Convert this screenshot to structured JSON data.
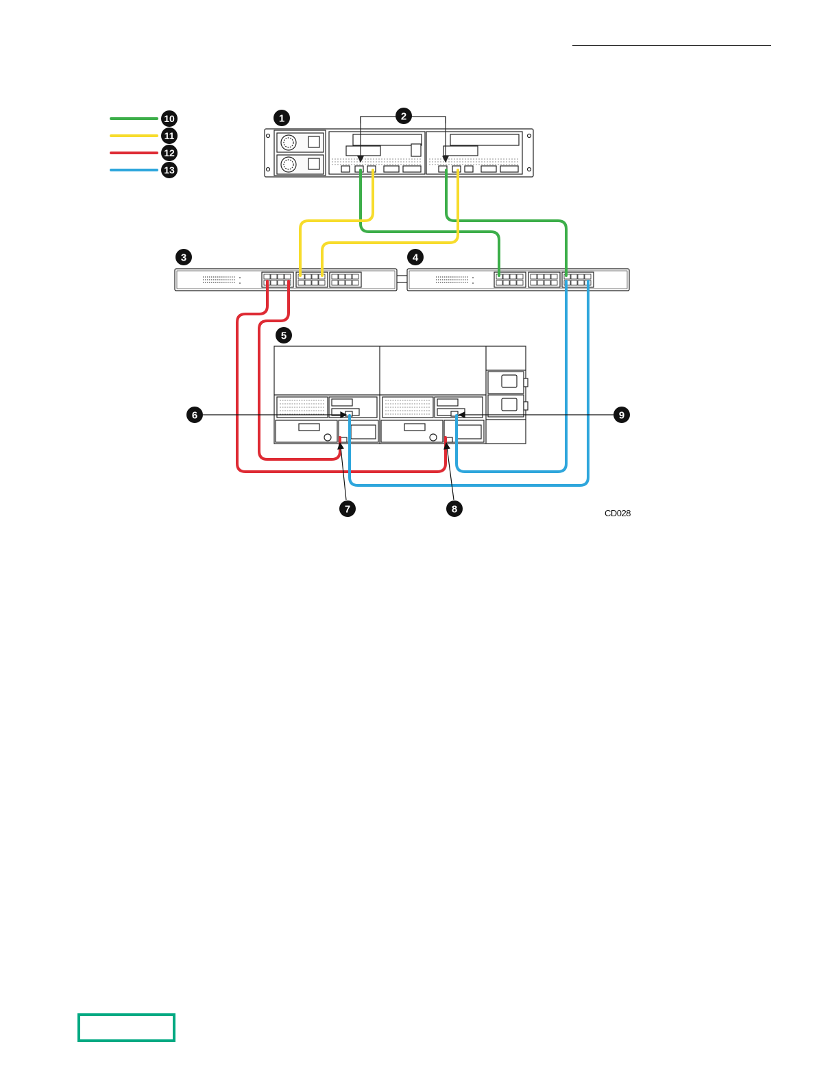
{
  "figure_id": "CD028",
  "colors": {
    "green": "#3cae49",
    "yellow": "#f7dc2c",
    "red": "#de2b34",
    "blue": "#2ea6dc",
    "brand": "#01a982"
  },
  "legend": [
    {
      "callout": "10",
      "color": "green"
    },
    {
      "callout": "11",
      "color": "yellow"
    },
    {
      "callout": "12",
      "color": "red"
    },
    {
      "callout": "13",
      "color": "blue"
    }
  ],
  "callouts": [
    "1",
    "2",
    "3",
    "4",
    "5",
    "6",
    "7",
    "8",
    "9"
  ]
}
